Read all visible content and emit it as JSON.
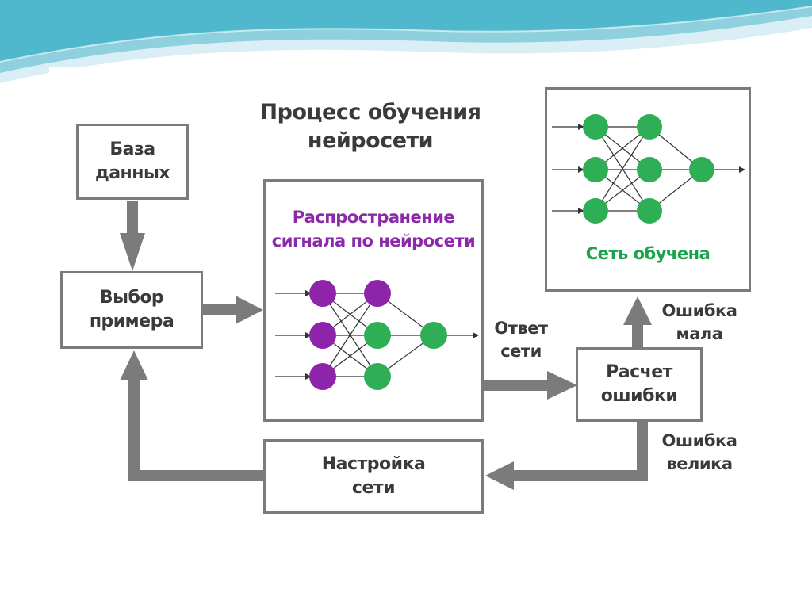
{
  "title": "Процесс обучения\nнейросети",
  "nodes": {
    "database": "База\nданных",
    "sample_selection": "Выбор\nпримера",
    "propagation": "Распространение\nсигнала по нейросети",
    "trained": "Сеть обучена",
    "error_calc": "Расчет\nошибки",
    "tuning": "Настройка\nсети"
  },
  "edge_labels": {
    "network_answer": "Ответ\nсети",
    "error_small": "Ошибка\nмала",
    "error_large": "Ошибка\nвелика"
  },
  "colors": {
    "purple_neuron": "#8e24aa",
    "green_neuron": "#2eaf55",
    "arrow": "#7b7b7b",
    "wave": "#4fb8cc"
  }
}
